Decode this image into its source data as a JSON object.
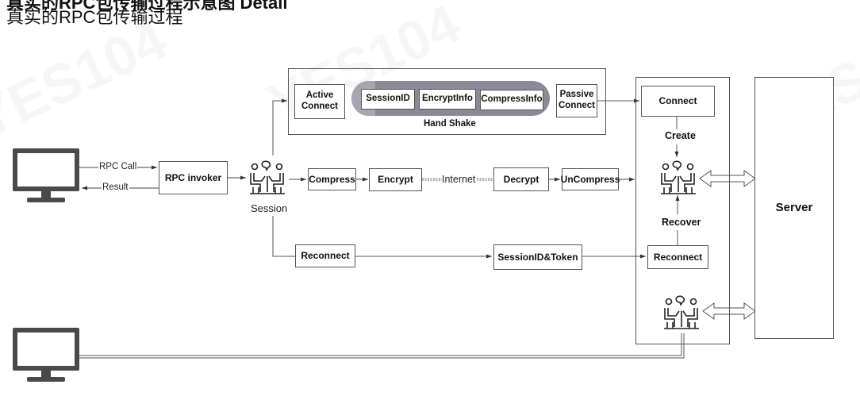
{
  "header": {
    "title_cut": "真实的RPC包传输过程示意图 Detail",
    "subtitle": "真实的RPC包传输过程"
  },
  "watermark": "YES104",
  "client": {
    "monitor_icon": "monitor-icon",
    "rpc_call_label": "RPC Call",
    "result_label": "Result",
    "rpc_invoker": "RPC invoker",
    "session_label": "Session"
  },
  "handshake": {
    "active_connect": "Active\nConnect",
    "session_id": "SessionID",
    "encrypt_info": "EncryptInfo",
    "compress_info": "CompressInfo",
    "passive_connect": "Passive\nConnect",
    "caption": "Hand Shake"
  },
  "pipeline": {
    "compress": "Compress",
    "encrypt": "Encrypt",
    "internet": "Internet",
    "decrypt": "Decrypt",
    "uncompress": "UnCompress"
  },
  "reconnect_path": {
    "reconnect": "Reconnect",
    "token": "SessionID&Token"
  },
  "server_side": {
    "connect": "Connect",
    "create": "Create",
    "recover": "Recover",
    "reconnect": "Reconnect",
    "server": "Server"
  },
  "colors": {
    "line": "#555555",
    "capsule": "#8a8a96",
    "monitor": "#4a4a4a"
  }
}
